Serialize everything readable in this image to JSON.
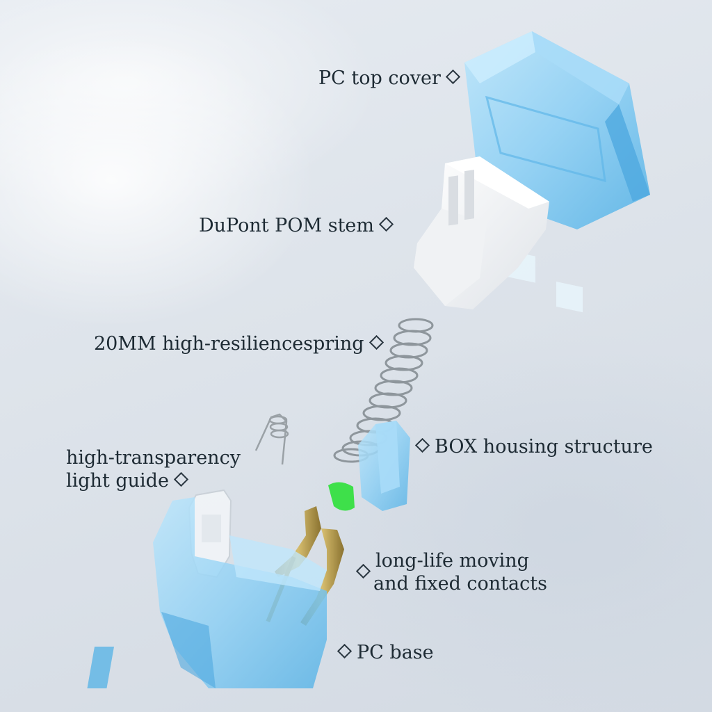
{
  "labels": {
    "top_cover": "PC top cover",
    "stem": "DuPont POM stem",
    "spring": "20MM high-resiliencespring",
    "box_housing": "BOX housing structure",
    "light_guide_line1": "high-transparency",
    "light_guide_line2": "light guide",
    "contacts_line1": "long-life moving",
    "contacts_line2": "and fixed contacts",
    "base": "PC base"
  },
  "icons": {
    "bullet": "diamond-outline-icon"
  },
  "colors": {
    "housing_blue": "#8fd0f4",
    "housing_blue_dark": "#4fa9e0",
    "stem_white": "#f4f5f6",
    "contact_gold": "#b79b4f",
    "box_green": "#3ee04a",
    "text": "#1d2a33"
  }
}
